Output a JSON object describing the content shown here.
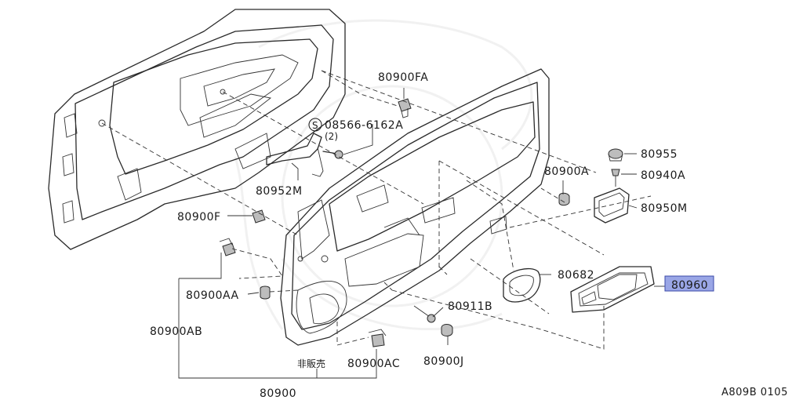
{
  "diagram": {
    "labels": {
      "p80900FA": "80900FA",
      "p08566": "08566-6162A",
      "p08566_qty": "(2)",
      "p08566_prefix": "S",
      "p80952M": "80952M",
      "p80900F": "80900F",
      "p80900AA": "80900AA",
      "p80900AB": "80900AB",
      "p80900": "80900",
      "p_hihanbai": "非販売",
      "p80900AC": "80900AC",
      "p80911B": "80911B",
      "p80900J": "80900J",
      "p80682": "80682",
      "p80960": "80960",
      "p80955": "80955",
      "p80940A": "80940A",
      "p80950M": "80950M",
      "p80900A": "80900A"
    },
    "highlight_color": "#9aa6e6",
    "reference": "A809B 0105"
  }
}
